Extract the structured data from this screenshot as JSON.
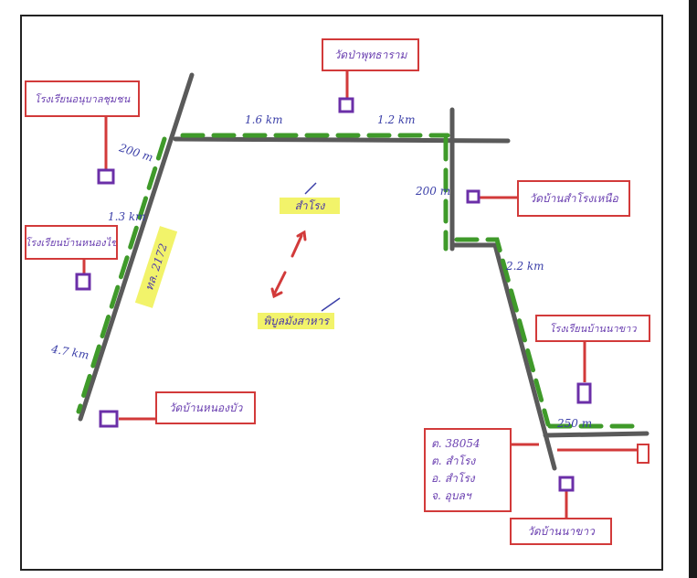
{
  "colors": {
    "road": "#5a5a5a",
    "route": "#3f9a2a",
    "sign_border": "#d23a3a",
    "marker": "#6b2fa8",
    "highlight": "#f2f36a",
    "ink": "#3b3fa8"
  },
  "places": {
    "wat_pa_phut_tharam": "วัดป่าพุทธาราม",
    "school_sirindhorn": "โรงเรียนอนุบาลชุมชน",
    "school_ban_nong_khai": "โรงเรียนบ้านหนองไข่",
    "wat_ban_samrong_nuea": "วัดบ้านสำโรงเหนือ",
    "school_ban_nakhao": "โรงเรียนบ้านนาขาว",
    "wat_ban_nong_bua": "วัดบ้านหนองบัว",
    "wat_ban_na_khao": "วัดบ้านนาขาว"
  },
  "address": {
    "line1": "ต. 38054",
    "line2": "ต. สำโรง",
    "line3": "อ. สำโรง",
    "line4": "จ. อุบลฯ"
  },
  "center": {
    "north": "สำโรง",
    "south": "พิบูลมังสาหาร"
  },
  "road_label": "ทล. 2172",
  "distances": {
    "top_left": "1.6 km",
    "top_right": "1.2 km",
    "left_upper": "200 m",
    "left_mid": "1.3 km",
    "left_lower": "4.7 km",
    "right_upper": "200 m",
    "right_mid": "2.2 km",
    "right_lower": "250 m"
  }
}
